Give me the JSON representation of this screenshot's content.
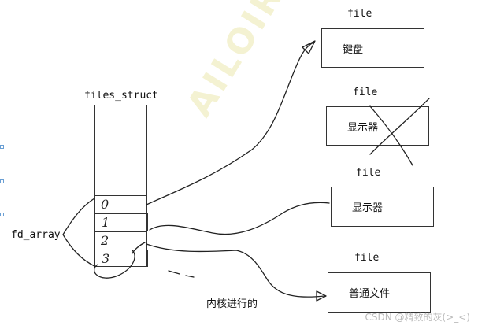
{
  "struct_label": "files_struct",
  "array_label": "fd_array",
  "fd_slots": [
    "0",
    "1",
    "2",
    "3"
  ],
  "file_label": "file",
  "files": [
    {
      "name": "键盘",
      "crossed": false
    },
    {
      "name": "显示器",
      "crossed": true
    },
    {
      "name": "显示器",
      "crossed": false
    },
    {
      "name": "普通文件",
      "crossed": false
    }
  ],
  "annotation": "内核进行的",
  "watermark": "AILOIRI",
  "credit": "CSDN @精致的灰(>_<)",
  "colors": {
    "ink": "#111111",
    "watermark": "#f2efc8",
    "credit": "#bbbbbb"
  }
}
